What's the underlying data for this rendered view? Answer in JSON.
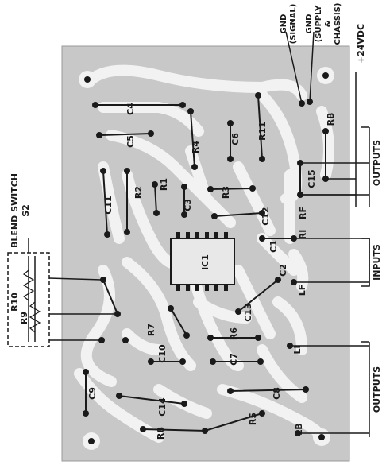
{
  "colors": {
    "board": "#c8c8c8",
    "trace": "#f2f2f2",
    "ink": "#1a1a1a",
    "paper": "#ffffff"
  },
  "labels": {
    "blend_switch": "BLEND SWITCH",
    "s2": "S2",
    "r10": "R10",
    "r9": "R9",
    "gnd_signal_1": "GND",
    "gnd_signal_2": "(SIGNAL)",
    "gnd_supply_1": "GND",
    "gnd_supply_2": "(SUPPLY",
    "gnd_supply_3": "&",
    "gnd_supply_4": "CHASSIS)",
    "supply": "+24VDC",
    "outputs_top": "OUTPUTS",
    "inputs": "INPUTS",
    "outputs_bottom": "OUTPUTS"
  },
  "components": {
    "c1": "C1",
    "c2": "C2",
    "c3": "C3",
    "c4": "C4",
    "c5": "C5",
    "c6": "C6",
    "c7": "C7",
    "c8": "C8",
    "c9": "C9",
    "c10": "C10",
    "c11": "C11",
    "c12": "C12",
    "c13": "C13",
    "c14": "C14",
    "c15": "C15",
    "r1": "R1",
    "r2": "R2",
    "r3": "R3",
    "r4": "R4",
    "r5": "R5",
    "r6": "R6",
    "r7": "R7",
    "r8": "R8",
    "r11": "R11",
    "ic1": "IC1",
    "rb": "RB",
    "lb": "LB",
    "lf": "LF",
    "rf": "RF",
    "li": "LI",
    "ri": "RI"
  }
}
